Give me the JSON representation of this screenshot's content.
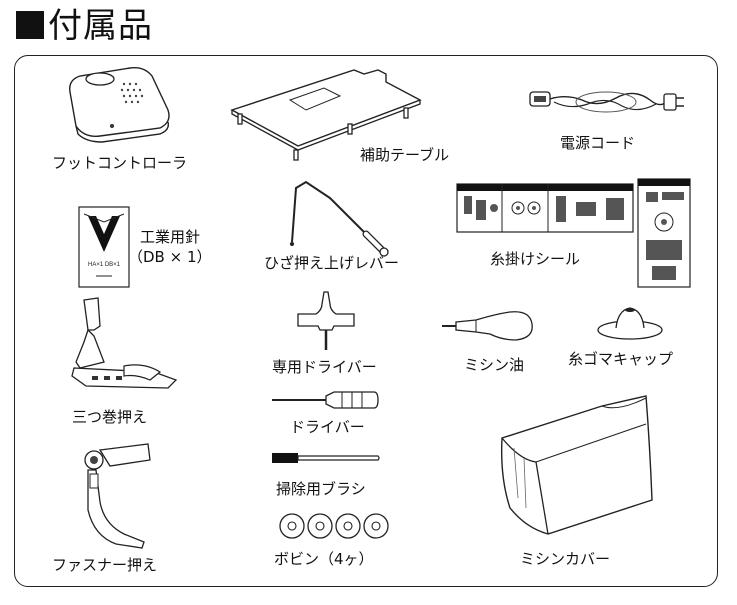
{
  "page": {
    "title": "付属品"
  },
  "items": {
    "foot_controller": "フットコントローラ",
    "extension_table": "補助テーブル",
    "power_cord": "電源コード",
    "needle_line1": "工業用針",
    "needle_line2": "（DB × 1）",
    "needle_packet_text": "HA×1 DB×1",
    "knee_lifter": "ひざ押え上げレバー",
    "threading_sticker": "糸掛けシール",
    "special_screwdriver": "専用ドライバー",
    "machine_oil": "ミシン油",
    "spool_cap": "糸ゴマキャップ",
    "hemmer_foot": "三つ巻押え",
    "screwdriver": "ドライバー",
    "brush": "掃除用ブラシ",
    "zipper_foot": "ファスナー押え",
    "bobbins": "ボビン（4ヶ）",
    "dust_cover": "ミシンカバー"
  }
}
